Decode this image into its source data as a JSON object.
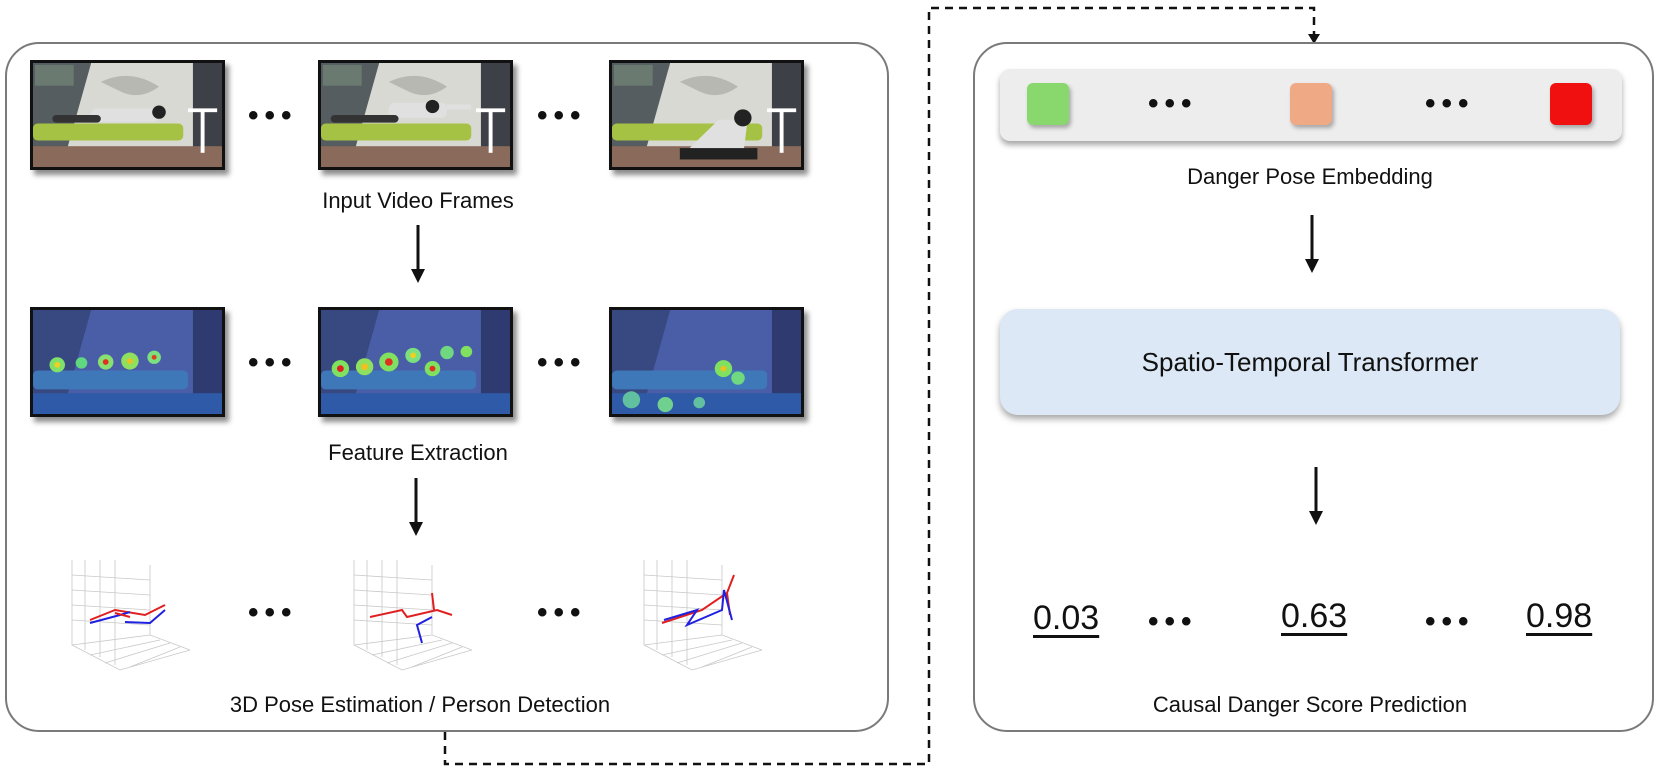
{
  "left": {
    "input_label": "Input Video Frames",
    "feature_label": "Feature Extraction",
    "pose_label": "3D Pose Estimation / Person Detection",
    "ellipsis": "•••"
  },
  "right": {
    "embedding_label": "Danger Pose Embedding",
    "transformer_label": "Spatio-Temporal Transformer",
    "score_label": "Causal Danger Score Prediction",
    "scores": [
      "0.03",
      "0.63",
      "0.98"
    ],
    "token_colors": [
      "#88d86e",
      "#efaa85",
      "#f01010"
    ],
    "ellipsis": "•••"
  }
}
